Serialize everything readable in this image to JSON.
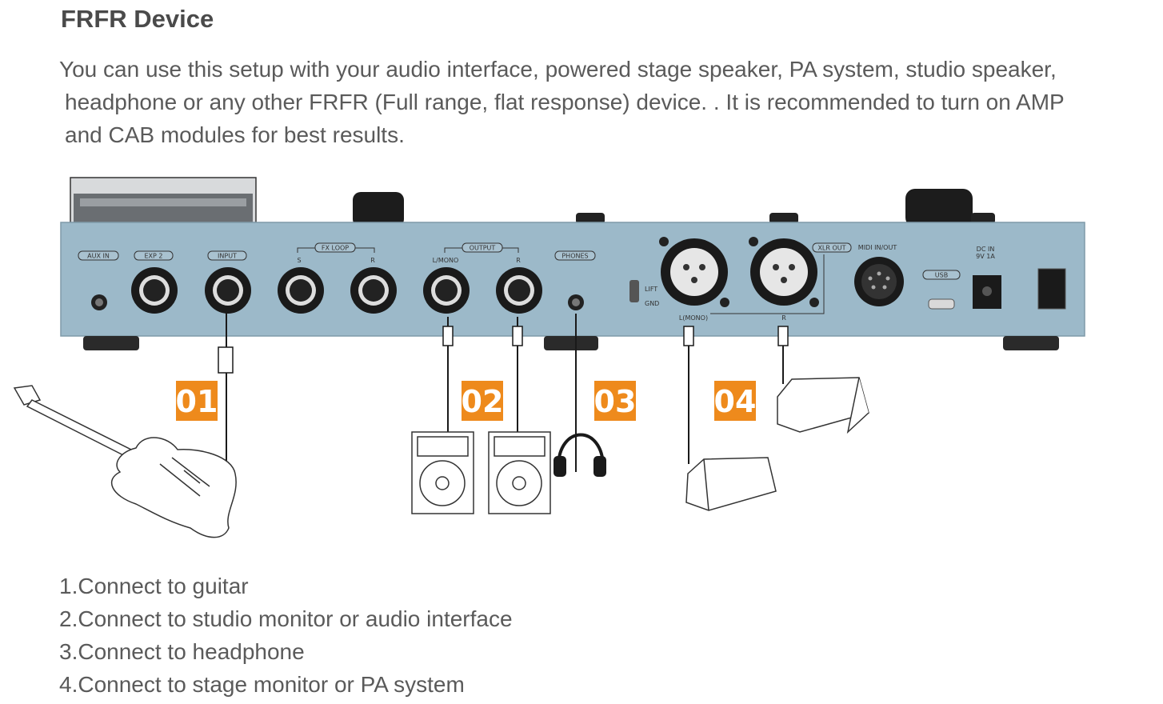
{
  "title": "FRFR Device",
  "intro": [
    "You can use this setup with your audio interface, powered stage speaker, PA system, studio speaker,",
    "headphone or any other FRFR (Full range, flat response) device. . It is recommended to turn on AMP",
    "and CAB modules for best results."
  ],
  "panel_labels": {
    "aux_in": "AUX IN",
    "exp2": "EXP 2",
    "input": "INPUT",
    "fx_loop": "FX LOOP",
    "fx_s": "S",
    "fx_r": "R",
    "output": "OUTPUT",
    "out_l": "L/MONO",
    "out_r": "R",
    "phones": "PHONES",
    "lift": "LIFT",
    "gnd": "GND",
    "xlr_out": "XLR OUT",
    "xlr_l": "L(MONO)",
    "xlr_r": "R",
    "midi": "MIDI IN/OUT",
    "usb": "USB",
    "dc_in_1": "DC IN",
    "dc_in_2": "9V 1A"
  },
  "badges": [
    "01",
    "02",
    "03",
    "04"
  ],
  "steps": [
    "1.Connect to guitar",
    "2.Connect to studio monitor or audio interface",
    "3.Connect to headphone",
    "4.Connect to stage monitor or PA system"
  ],
  "colors": {
    "panel": "#9cb9c9",
    "badge": "#ee8a1c",
    "text": "#5a5a5a"
  }
}
